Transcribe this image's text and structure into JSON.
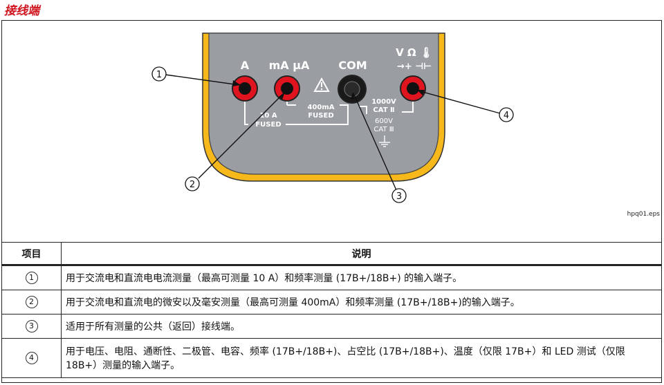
{
  "page": {
    "heading": "接线端"
  },
  "figure": {
    "jack_labels": {
      "a": "A",
      "ma": "mA μA",
      "com": "COM",
      "v_ohm": "V Ω 🌡",
      "diode_cap": "→+ ⊣⊢"
    },
    "fuse_labels": {
      "a_current": "10 A",
      "a_fused": "FUSED",
      "ma_current": "400mA",
      "ma_fused": "FUSED"
    },
    "rating_labels": {
      "line1": "1000V",
      "line2": "CAT Ⅱ",
      "line3": "600V",
      "line4": "CAT Ⅲ"
    },
    "callouts": [
      "1",
      "2",
      "3",
      "4"
    ],
    "filename": "hpq01.eps",
    "colors": {
      "panel": "#9a9ea3",
      "holster": "#f6b81a",
      "red_jack": "#e0141e",
      "black_jack": "#1a1a1a"
    }
  },
  "table": {
    "headers": {
      "item": "项目",
      "description": "说明"
    },
    "rows": [
      {
        "num": "1",
        "text": "用于交流电和直流电电流测量（最高可测量 10 A）和频率测量 (17B+/18B+) 的输入端子。"
      },
      {
        "num": "2",
        "text": "用于交流电和直流电的微安以及毫安测量（最高可测量 400mA）和频率测量 (17B+/18B+)的输入端子。"
      },
      {
        "num": "3",
        "text": "适用于所有测量的公共（返回）接线端。"
      },
      {
        "num": "4",
        "text": "用于电压、电阻、通断性、二极管、电容、频率 (17B+/18B+)、占空比 (17B+/18B+)、温度（仅限 17B+）和 LED 测试（仅限 18B+）测量的输入端子。"
      }
    ]
  }
}
